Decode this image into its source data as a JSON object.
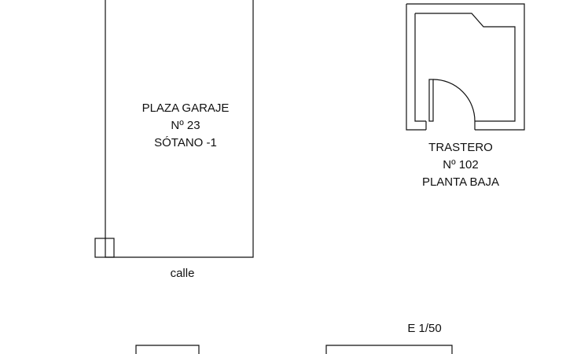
{
  "garage": {
    "name": "PLAZA GARAJE",
    "number": "Nº 23",
    "level": "SÓTANO -1"
  },
  "storage": {
    "name": "TRASTERO",
    "number": "Nº 102",
    "level": "PLANTA BAJA"
  },
  "street_label": "calle",
  "scale_label": "E 1/50"
}
